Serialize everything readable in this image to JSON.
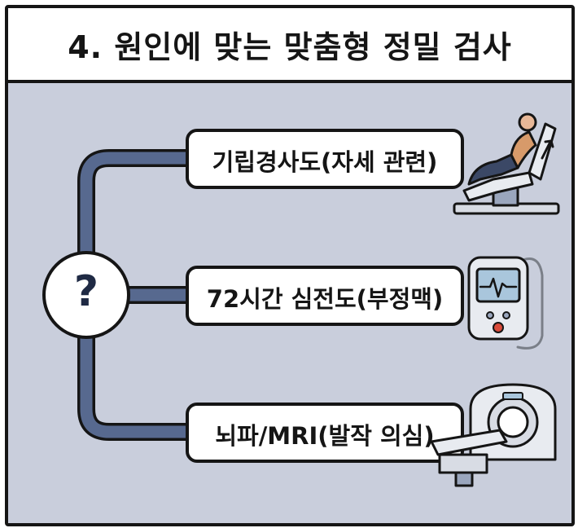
{
  "title": "4. 원인에 맞는 맞춤형 정밀 검사",
  "center_symbol": "?",
  "branches": [
    {
      "label": "기립경사도(자세 관련)",
      "icon": "tilt-table-icon"
    },
    {
      "label": "72시간 심전도(부정맥)",
      "icon": "heart-monitor-icon"
    },
    {
      "label": "뇌파/MRI(발작 의심)",
      "icon": "mri-scanner-icon"
    }
  ],
  "colors": {
    "background": "#c9cedc",
    "connector": "#57698f",
    "connector_outline": "#151515",
    "box": "#ffffff"
  }
}
